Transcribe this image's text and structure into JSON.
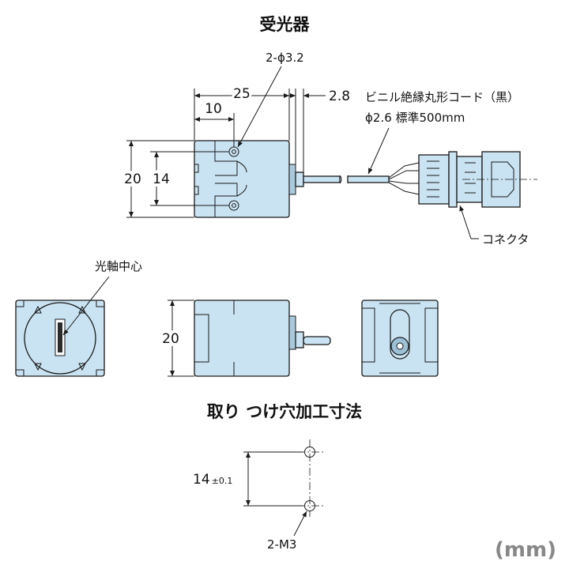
{
  "title": "受光器",
  "top_view": {
    "hole_spec": "2-ϕ3.2",
    "dim_25": "25",
    "dim_10": "10",
    "dim_2_8": "2.8",
    "dim_20": "20",
    "dim_14": "14",
    "cable_label": "ビニル絶縁丸形コード（黒）",
    "cable_spec": "ϕ2.6  標準500mm",
    "connector_label": "コネクタ"
  },
  "front_view": {
    "optical_axis_label": "光軸中心"
  },
  "side_view": {
    "dim_20": "20"
  },
  "mounting": {
    "title": "取り つけ穴加工寸法",
    "pitch": "14",
    "tolerance": "±0.1",
    "thread_spec": "2-M3"
  },
  "unit_label": "(mm)",
  "colors": {
    "body_fill": "#c9e3f2",
    "outline": "#1a1a1a",
    "unit_gray": "#888888"
  }
}
